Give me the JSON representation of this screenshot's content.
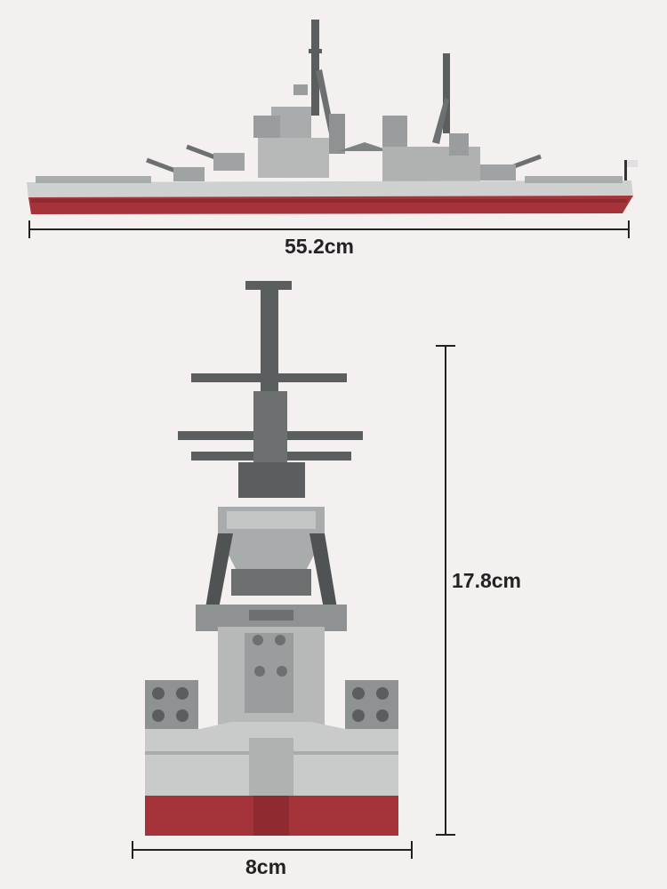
{
  "dimensions": {
    "length": "55.2cm",
    "height": "17.8cm",
    "width": "8cm"
  },
  "colors": {
    "background": "#f4f0f0",
    "hull_red": "#a5343a",
    "hull_grey": "#bdbdbd",
    "dark_grey": "#5a5e5e",
    "mid_grey": "#8f9292",
    "light_grey": "#d4d4d4",
    "dimension_line": "#222222"
  }
}
